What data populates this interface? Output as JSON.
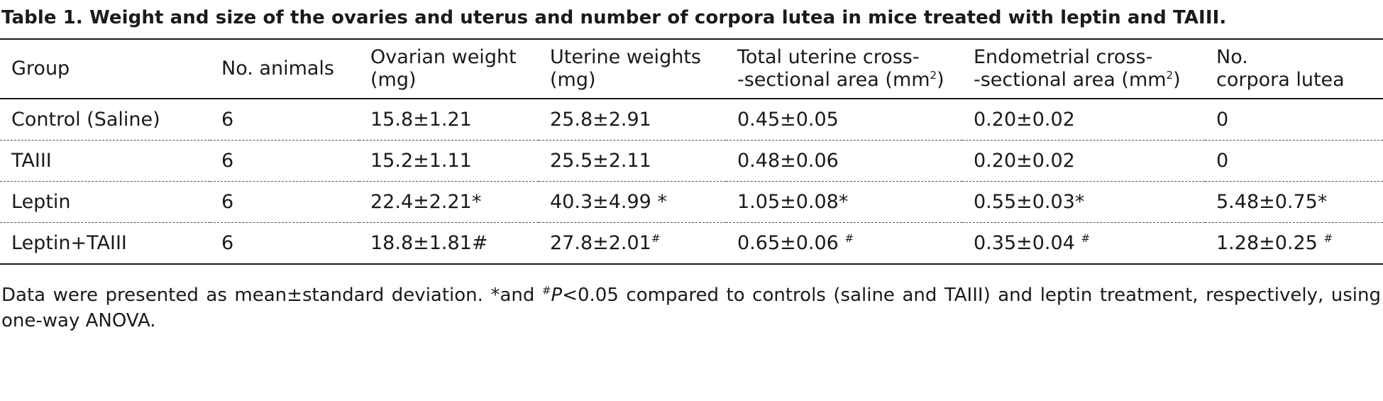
{
  "caption": {
    "label": "Table 1.",
    "text": "Weight and size of the ovaries and uterus and number of corpora lutea in mice treated with leptin and TAIII."
  },
  "headers": [
    {
      "line1": "Group",
      "line2": ""
    },
    {
      "line1": "No. animals",
      "line2": ""
    },
    {
      "line1": "Ovarian weight",
      "line2": "(mg)"
    },
    {
      "line1": "Uterine weights",
      "line2": "(mg)"
    },
    {
      "line1": "Total uterine cross-",
      "line2": "-sectional area (mm",
      "sup": "2",
      "tail": ")"
    },
    {
      "line1": "Endometrial cross-",
      "line2": "-sectional area (mm",
      "sup": "2",
      "tail": ")"
    },
    {
      "line1": "No.",
      "line2": "corpora lutea"
    }
  ],
  "rows": [
    {
      "cells": [
        {
          "text": "Control (Saline)",
          "mark": ""
        },
        {
          "text": "6",
          "mark": ""
        },
        {
          "text": "15.8±1.21",
          "mark": ""
        },
        {
          "text": "25.8±2.91",
          "mark": ""
        },
        {
          "text": "0.45±0.05",
          "mark": ""
        },
        {
          "text": "0.20±0.02",
          "mark": ""
        },
        {
          "text": "0",
          "mark": ""
        }
      ]
    },
    {
      "cells": [
        {
          "text": "TAIII",
          "mark": ""
        },
        {
          "text": "6",
          "mark": ""
        },
        {
          "text": "15.2±1.11",
          "mark": ""
        },
        {
          "text": "25.5±2.11",
          "mark": ""
        },
        {
          "text": "0.48±0.06",
          "mark": ""
        },
        {
          "text": "0.20±0.02",
          "mark": ""
        },
        {
          "text": "0",
          "mark": ""
        }
      ]
    },
    {
      "cells": [
        {
          "text": "Leptin",
          "mark": ""
        },
        {
          "text": "6",
          "mark": ""
        },
        {
          "text": "22.4±2.21*",
          "mark": ""
        },
        {
          "text": "40.3±4.99 *",
          "mark": ""
        },
        {
          "text": "1.05±0.08*",
          "mark": ""
        },
        {
          "text": "0.55±0.03*",
          "mark": ""
        },
        {
          "text": "5.48±0.75*",
          "mark": ""
        }
      ]
    },
    {
      "cells": [
        {
          "text": "Leptin+TAIII",
          "mark": ""
        },
        {
          "text": "6",
          "mark": ""
        },
        {
          "text": "18.8±1.81#",
          "mark": ""
        },
        {
          "text": "27.8±2.01",
          "mark": "#"
        },
        {
          "text": "0.65±0.06 ",
          "mark": "#"
        },
        {
          "text": "0.35±0.04 ",
          "mark": "#"
        },
        {
          "text": "1.28±0.25 ",
          "mark": "#"
        }
      ]
    }
  ],
  "note": {
    "part1": "Data were presented as mean±standard deviation. *and ",
    "mark": "#",
    "italic": "P",
    "part2": "<0.05 compared to controls (saline and TAIII) and leptin treatment, respectively, using one-way ANOVA."
  }
}
